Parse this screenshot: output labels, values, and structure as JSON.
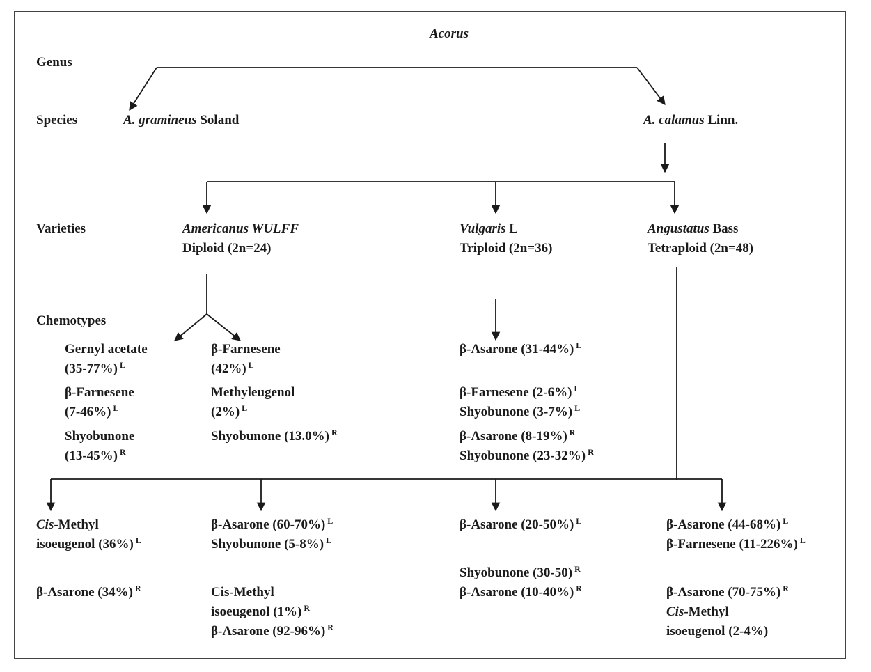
{
  "genus_name": "Acorus",
  "row_labels": {
    "genus": "Genus",
    "species": "Species",
    "varieties": "Varieties",
    "chemotypes": "Chemotypes"
  },
  "species": {
    "gramineus": {
      "italic": "A. gramineus",
      "rest": "Soland"
    },
    "calamus": {
      "italic": "A. calamus",
      "rest": "Linn."
    }
  },
  "varieties": {
    "americanus": {
      "italic": "Americanus WULFF",
      "ploidy": "Diploid (2n=24)"
    },
    "vulgaris": {
      "italic": "Vulgaris",
      "rest": "L",
      "ploidy": "Triploid (2n=36)"
    },
    "angustatus": {
      "italic": "Angustatus",
      "rest": "Bass",
      "ploidy": "Tetraploid (2n=48)"
    }
  },
  "chemotypes_top": {
    "americanus_a": [
      {
        "text": "Gernyl acetate",
        "sup": ""
      },
      {
        "text": "(35-77%)",
        "sup": "L"
      },
      {
        "text": "β-Farnesene",
        "sup": ""
      },
      {
        "text": "(7-46%)",
        "sup": "L"
      },
      {
        "text": "Shyobunone",
        "sup": ""
      },
      {
        "text": "(13-45%)",
        "sup": "R"
      }
    ],
    "americanus_b": [
      {
        "text": "β-Farnesene",
        "sup": ""
      },
      {
        "text": "(42%)",
        "sup": "L"
      },
      {
        "text": "Methyleugenol",
        "sup": ""
      },
      {
        "text": "(2%)",
        "sup": "L"
      },
      {
        "text": "Shyobunone (13.0%)",
        "sup": "R"
      }
    ],
    "vulgaris": [
      {
        "text": "β-Asarone (31-44%)",
        "sup": "L"
      },
      {
        "text": "β-Farnesene (2-6%)",
        "sup": "L"
      },
      {
        "text": "Shyobunone (3-7%)",
        "sup": "L"
      },
      {
        "text": "β-Asarone (8-19%)",
        "sup": "R"
      },
      {
        "text": "Shyobunone (23-32%)",
        "sup": "R"
      }
    ]
  },
  "chemotypes_bottom": {
    "col1": [
      {
        "italic": "Cis",
        "text": "-Methyl",
        "sup": ""
      },
      {
        "text": "isoeugenol (36%)",
        "sup": "L"
      },
      {
        "text": "β-Asarone (34%)",
        "sup": "R"
      }
    ],
    "col2": [
      {
        "text": "β-Asarone (60-70%)",
        "sup": "L"
      },
      {
        "text": "Shyobunone (5-8%)",
        "sup": "L"
      },
      {
        "text": "Cis-Methyl",
        "sup": ""
      },
      {
        "text": "isoeugenol (1%)",
        "sup": "R"
      },
      {
        "text": "β-Asarone (92-96%)",
        "sup": "R"
      }
    ],
    "col3": [
      {
        "text": "β-Asarone (20-50%)",
        "sup": "L"
      },
      {
        "text": "Shyobunone (30-50)",
        "sup": "R"
      },
      {
        "text": "β-Asarone (10-40%)",
        "sup": "R"
      }
    ],
    "col4": [
      {
        "text": "β-Asarone (44-68%)",
        "sup": "L"
      },
      {
        "text": "β-Farnesene (11-226%)",
        "sup": "L"
      },
      {
        "text": "β-Asarone (70-75%)",
        "sup": "R"
      },
      {
        "italic": "Cis",
        "text": "-Methyl",
        "sup": ""
      },
      {
        "text": "isoeugenol (2-4%)",
        "sup": ""
      }
    ]
  },
  "colors": {
    "ink": "#1a1a1a",
    "frame": "#444444"
  }
}
